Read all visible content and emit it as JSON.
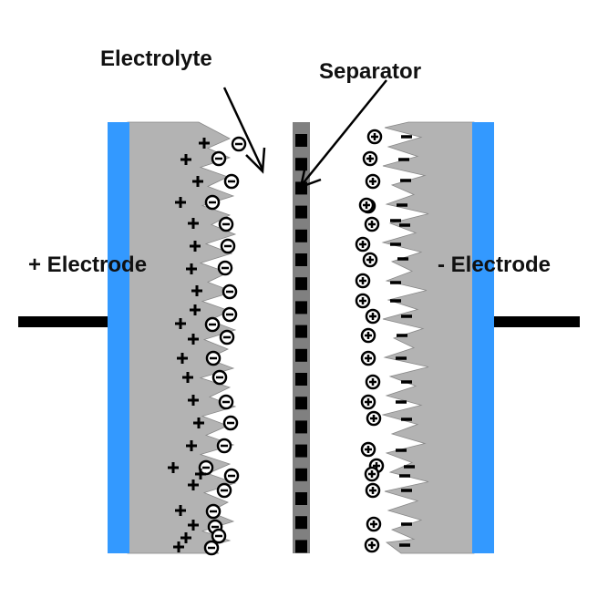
{
  "title": "Electric double-layer capacitor schematic",
  "labels": {
    "electrolyte": "Electrolyte",
    "separator": "Separator",
    "positive_electrode": "+ Electrode",
    "negative_electrode": "- Electrode"
  },
  "colors": {
    "current_collector": "#3399ff",
    "electrode_material": "#b3b3b3",
    "separator_body": "#808080",
    "separator_pores": "#000000",
    "terminal": "#000000",
    "text": "#111111"
  },
  "ions": {
    "positive_side": {
      "surface_charge_symbol": "+",
      "adsorbed_ion_symbol": "⊖",
      "pair_count": 23
    },
    "negative_side": {
      "surface_charge_symbol": "−",
      "adsorbed_ion_symbol": "⊕",
      "pair_count": 22
    }
  },
  "separator": {
    "pore_count": 18
  }
}
